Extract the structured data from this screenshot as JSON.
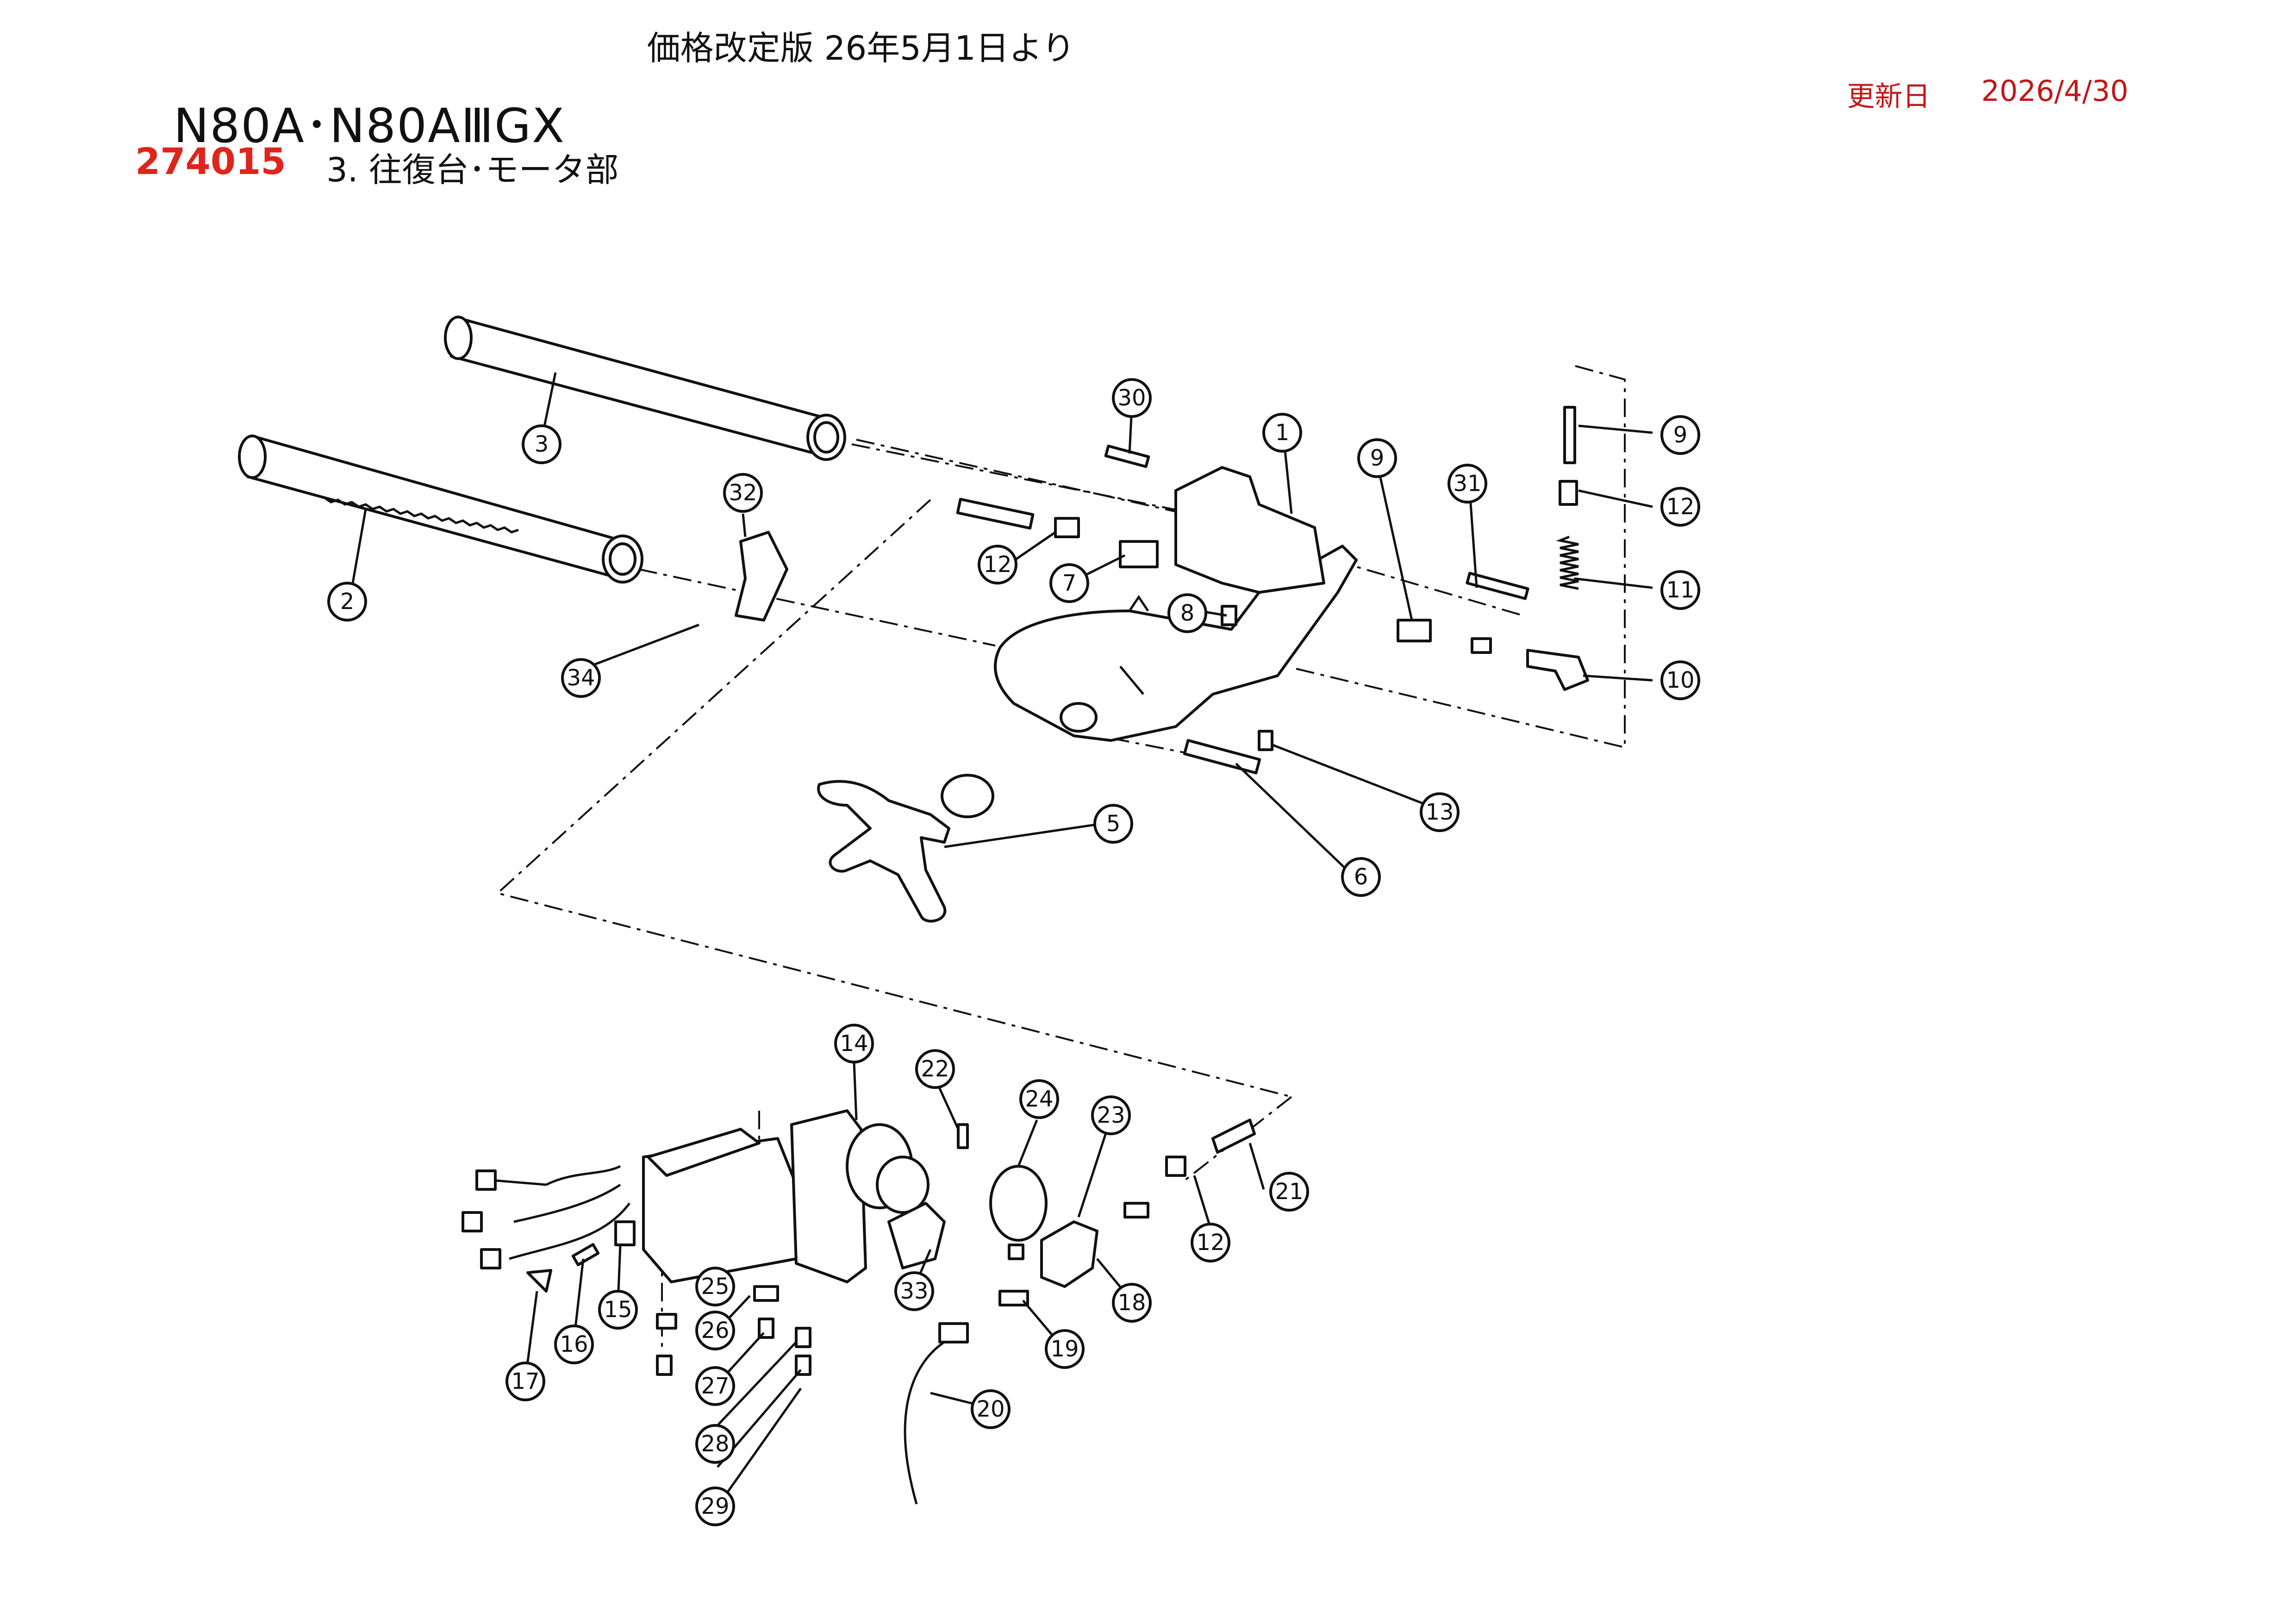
{
  "header": {
    "price_notice": "価格改定版 26年5月1日より",
    "model": "N80A･N80AⅢGX",
    "part_number": "274015",
    "section_title": "3. 往復台･モータ部",
    "update_label": "更新日",
    "update_date": "2026/4/30"
  },
  "diagram": {
    "callouts": [
      "1",
      "2",
      "3",
      "5",
      "6",
      "7",
      "8",
      "9",
      "9",
      "10",
      "11",
      "12",
      "12",
      "12",
      "13",
      "14",
      "15",
      "16",
      "17",
      "18",
      "19",
      "20",
      "21",
      "22",
      "23",
      "24",
      "25",
      "26",
      "27",
      "28",
      "29",
      "30",
      "31",
      "32",
      "33",
      "34"
    ]
  }
}
